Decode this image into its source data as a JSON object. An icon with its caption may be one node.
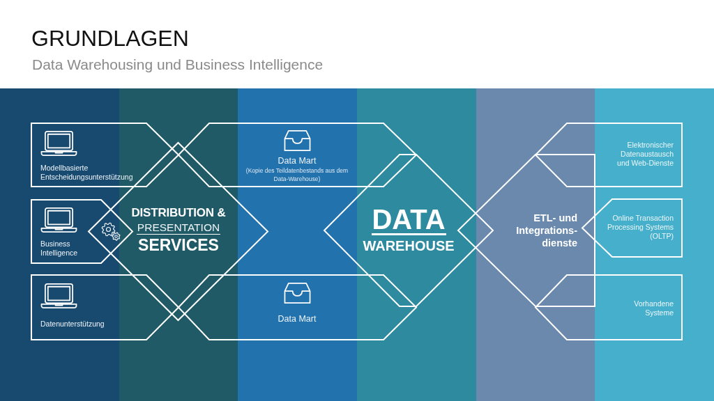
{
  "diagram": {
    "title": "GRUNDLAGEN",
    "nodes": [
      {
        "text": [
          "Modellbasierte Entscheidungsunterstützung"
        ]
      },
      {
        "text": [
          "Business Intelligence"
        ]
      },
      {
        "text": [
          "Datenunterstützung"
        ]
      },
      {
        "text": [
          "DISTRIBUTION &",
          "PRESENTATION",
          "SERVICES"
        ]
      },
      {
        "text": [
          "Data Mart",
          "(Kopie des Teildatenbestands aus dem Data-Warehouse)"
        ]
      },
      {
        "text": [
          "Data Mart"
        ]
      },
      {
        "text": [
          "DATA",
          "WAREHOUSE"
        ]
      },
      {
        "text": [
          "ETL- und Integrations- dienste"
        ]
      },
      {
        "text": [
          "Elektronischer Datenaustausch und Web-Dienste"
        ]
      },
      {
        "text": [
          "Online Transaction Processing Systems (OLTP)"
        ]
      },
      {
        "text": [
          "Vorhandene Systeme"
        ]
      }
    ],
    "labels": [
      "Data Warehousing und Business Intelligence"
    ]
  }
}
